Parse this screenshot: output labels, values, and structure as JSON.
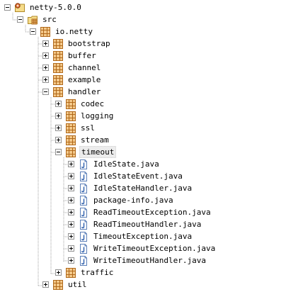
{
  "tree": {
    "project": "netty-5.0.0",
    "src": "src",
    "root_package": "io.netty",
    "packages": {
      "bootstrap": "bootstrap",
      "buffer": "buffer",
      "channel": "channel",
      "example": "example",
      "handler": "handler",
      "util": "util"
    },
    "handler_children": {
      "codec": "codec",
      "logging": "logging",
      "ssl": "ssl",
      "stream": "stream",
      "timeout": "timeout",
      "traffic": "traffic"
    },
    "timeout_files": [
      "IdleState.java",
      "IdleStateEvent.java",
      "IdleStateHandler.java",
      "package-info.java",
      "ReadTimeoutException.java",
      "ReadTimeoutHandler.java",
      "TimeoutException.java",
      "WriteTimeoutException.java",
      "WriteTimeoutHandler.java"
    ]
  },
  "icons": {
    "project": "java-project-icon",
    "source_folder": "source-folder-icon",
    "package": "package-icon",
    "java_file": "java-file-icon"
  },
  "colors": {
    "selection": "#ececec",
    "package_brown": "#c8741a",
    "java_file_blue": "#3a6fc4"
  }
}
